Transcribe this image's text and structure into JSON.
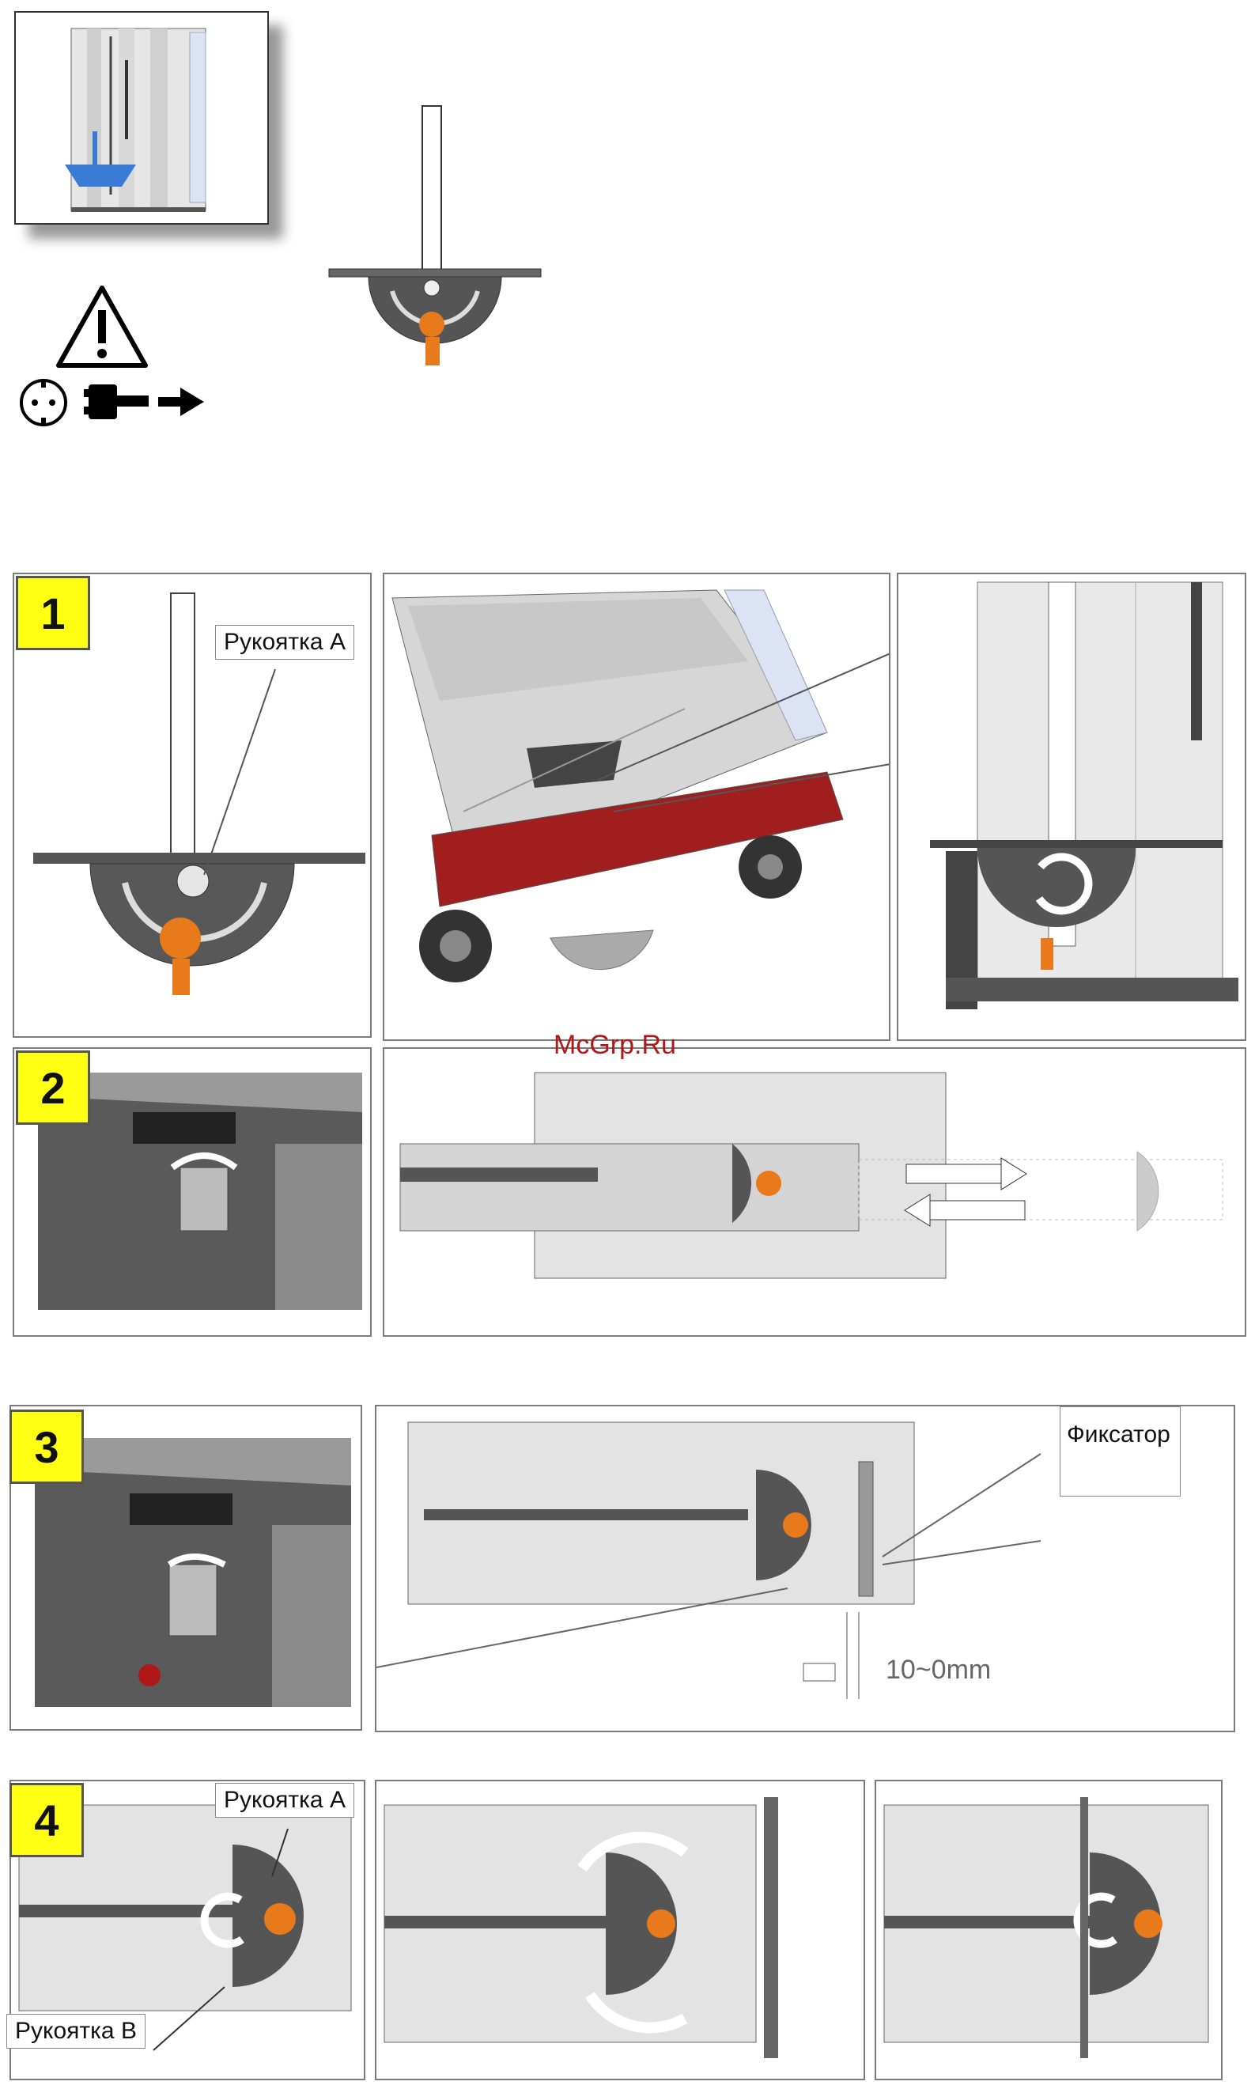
{
  "callouts": {
    "handle_a_1": "Рукоятка А",
    "lock": "Фиксатор",
    "handle_a_4": "Рукоятка А",
    "handle_b_4": "Рукоятка В"
  },
  "steps": [
    "1",
    "2",
    "3",
    "4"
  ],
  "dimension": "10~0mm",
  "watermark": "McGrp.Ru",
  "icons": [
    "warning-icon",
    "power-socket-icon",
    "unplug-icon",
    "arrow-right-icon"
  ],
  "colors": {
    "accent_orange": "#e97a1c",
    "badge_yellow": "#ffff14",
    "blue": "#3a7bd5",
    "frame_grey": "#7a7a7a"
  }
}
